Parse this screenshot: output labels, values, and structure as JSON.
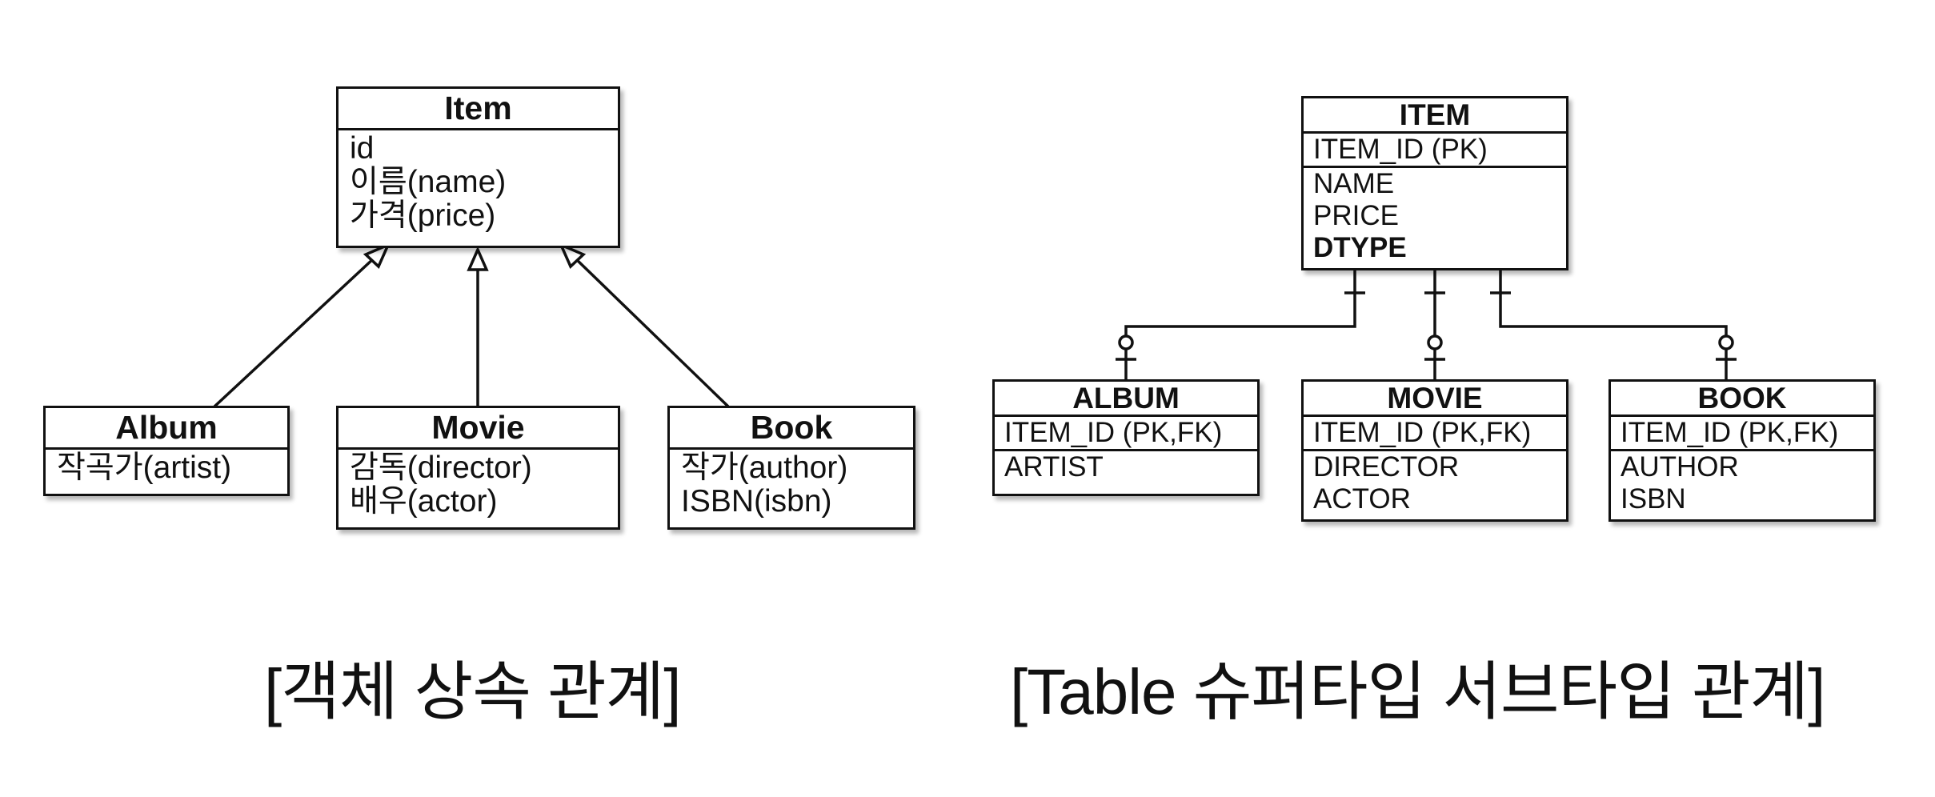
{
  "class_diagram": {
    "item": {
      "title": "Item",
      "fields": [
        "id",
        "이름(name)",
        "가격(price)"
      ]
    },
    "album": {
      "title": "Album",
      "fields": [
        "작곡가(artist)"
      ]
    },
    "movie": {
      "title": "Movie",
      "fields": [
        "감독(director)",
        "배우(actor)"
      ]
    },
    "book": {
      "title": "Book",
      "fields": [
        "작가(author)",
        "ISBN(isbn)"
      ]
    },
    "caption": "[객체 상속 관계]"
  },
  "table_diagram": {
    "item": {
      "title": "ITEM",
      "key": "ITEM_ID (PK)",
      "columns": [
        "NAME",
        "PRICE",
        "DTYPE"
      ]
    },
    "album": {
      "title": "ALBUM",
      "key": "ITEM_ID (PK,FK)",
      "columns": [
        "ARTIST"
      ]
    },
    "movie": {
      "title": "MOVIE",
      "key": "ITEM_ID (PK,FK)",
      "columns": [
        "DIRECTOR",
        "ACTOR"
      ]
    },
    "book": {
      "title": "BOOK",
      "key": "ITEM_ID (PK,FK)",
      "columns": [
        "AUTHOR",
        "ISBN"
      ]
    },
    "caption": "[Table 슈퍼타입 서브타입 관계]"
  },
  "colors": {
    "line": "#111111",
    "background": "#ffffff"
  }
}
